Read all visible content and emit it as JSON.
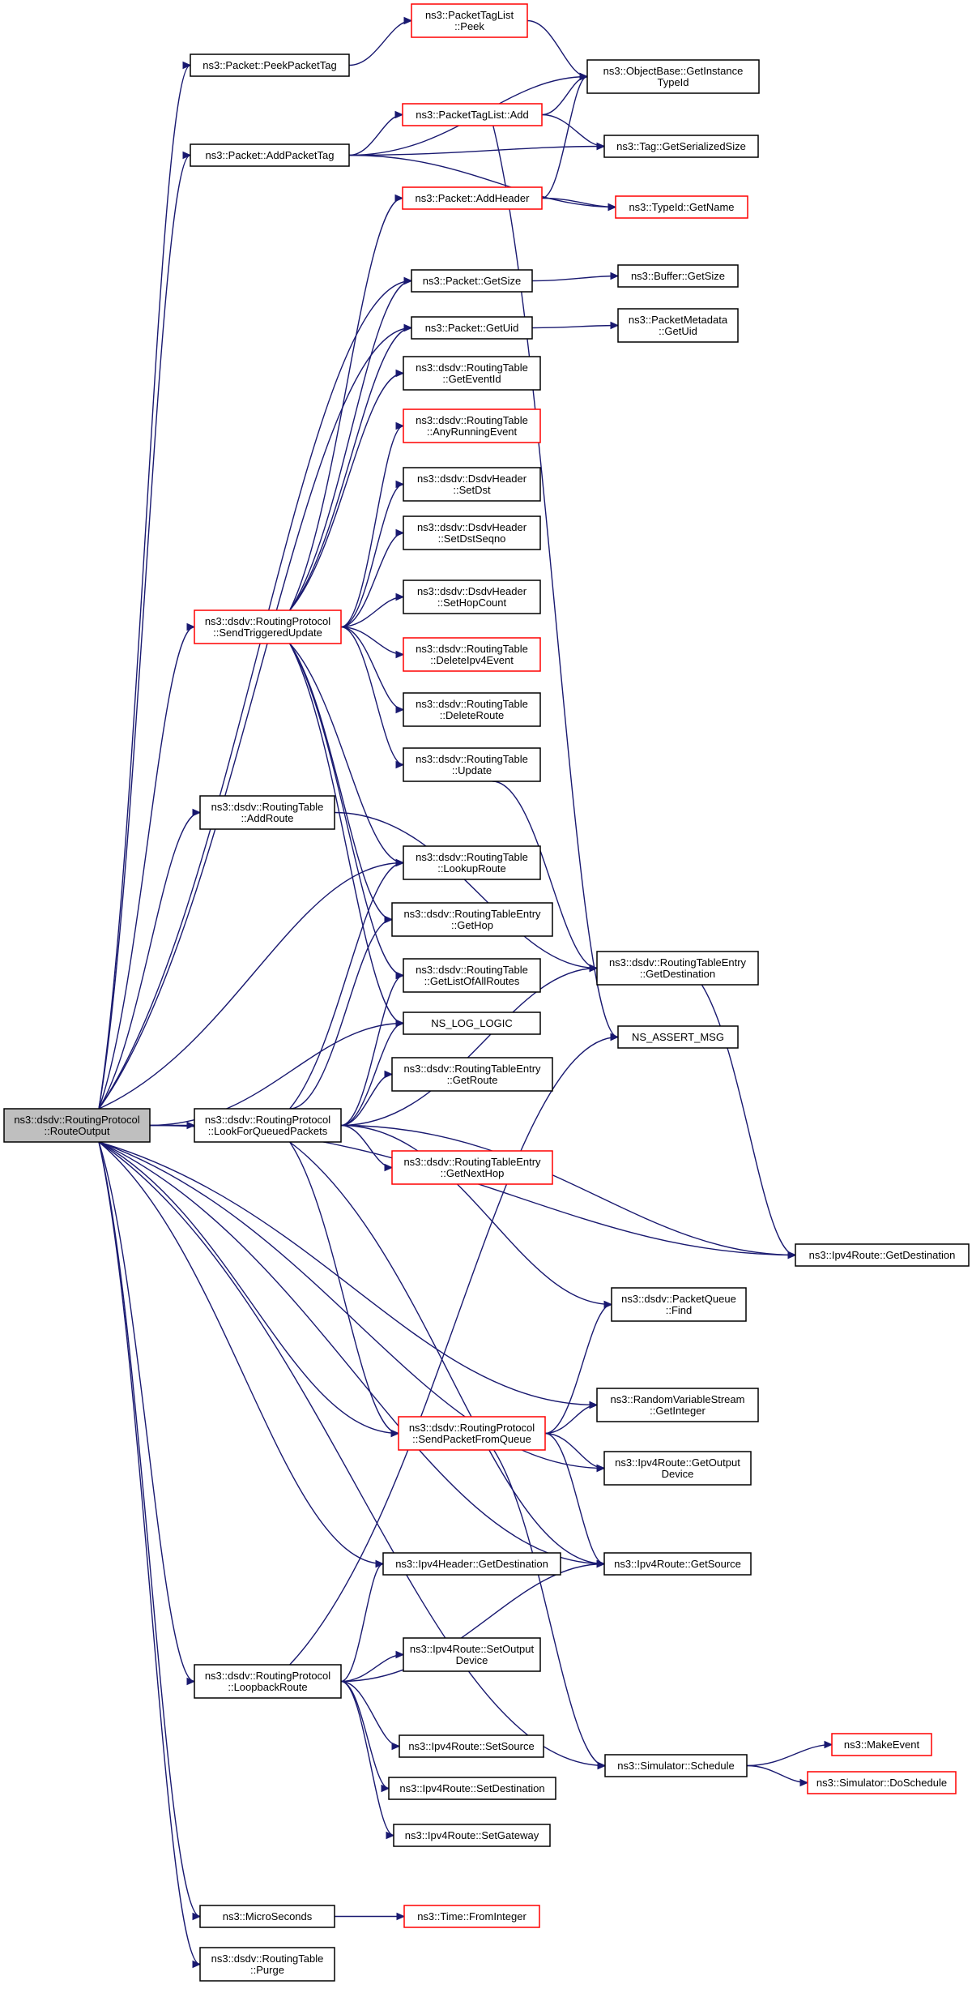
{
  "colors": {
    "edge": "#191970",
    "highlight_border": "#ff0000",
    "normal_border": "#000000",
    "root_fill": "#bfbfbf"
  },
  "nodes": [
    {
      "id": "root",
      "lines": [
        "ns3::dsdv::RoutingProtocol",
        "::RouteOutput"
      ],
      "style": "root"
    },
    {
      "id": "peekPacketTag",
      "lines": [
        "ns3::Packet::PeekPacketTag"
      ],
      "style": "plain"
    },
    {
      "id": "tagListPeek",
      "lines": [
        "ns3::PacketTagList",
        "::Peek"
      ],
      "style": "red"
    },
    {
      "id": "objectBaseTypeId",
      "lines": [
        "ns3::ObjectBase::GetInstance",
        "TypeId"
      ],
      "style": "plain"
    },
    {
      "id": "addPacketTag",
      "lines": [
        "ns3::Packet::AddPacketTag"
      ],
      "style": "plain"
    },
    {
      "id": "tagListAdd",
      "lines": [
        "ns3::PacketTagList::Add"
      ],
      "style": "red"
    },
    {
      "id": "tagSerializedSize",
      "lines": [
        "ns3::Tag::GetSerializedSize"
      ],
      "style": "plain"
    },
    {
      "id": "addHeader",
      "lines": [
        "ns3::Packet::AddHeader"
      ],
      "style": "red"
    },
    {
      "id": "typeIdGetName",
      "lines": [
        "ns3::TypeId::GetName"
      ],
      "style": "red"
    },
    {
      "id": "packetGetSize",
      "lines": [
        "ns3::Packet::GetSize"
      ],
      "style": "plain"
    },
    {
      "id": "bufferGetSize",
      "lines": [
        "ns3::Buffer::GetSize"
      ],
      "style": "plain"
    },
    {
      "id": "packetGetUid",
      "lines": [
        "ns3::Packet::GetUid"
      ],
      "style": "plain"
    },
    {
      "id": "metadataGetUid",
      "lines": [
        "ns3::PacketMetadata",
        "::GetUid"
      ],
      "style": "plain"
    },
    {
      "id": "getEventId",
      "lines": [
        "ns3::dsdv::RoutingTable",
        "::GetEventId"
      ],
      "style": "plain"
    },
    {
      "id": "anyRunningEvent",
      "lines": [
        "ns3::dsdv::RoutingTable",
        "::AnyRunningEvent"
      ],
      "style": "red"
    },
    {
      "id": "setDst",
      "lines": [
        "ns3::dsdv::DsdvHeader",
        "::SetDst"
      ],
      "style": "plain"
    },
    {
      "id": "setDstSeqno",
      "lines": [
        "ns3::dsdv::DsdvHeader",
        "::SetDstSeqno"
      ],
      "style": "plain"
    },
    {
      "id": "setHopCount",
      "lines": [
        "ns3::dsdv::DsdvHeader",
        "::SetHopCount"
      ],
      "style": "plain"
    },
    {
      "id": "sendTriggeredUpdate",
      "lines": [
        "ns3::dsdv::RoutingProtocol",
        "::SendTriggeredUpdate"
      ],
      "style": "red"
    },
    {
      "id": "deleteIpv4Event",
      "lines": [
        "ns3::dsdv::RoutingTable",
        "::DeleteIpv4Event"
      ],
      "style": "red"
    },
    {
      "id": "deleteRoute",
      "lines": [
        "ns3::dsdv::RoutingTable",
        "::DeleteRoute"
      ],
      "style": "plain"
    },
    {
      "id": "tableUpdate",
      "lines": [
        "ns3::dsdv::RoutingTable",
        "::Update"
      ],
      "style": "plain"
    },
    {
      "id": "addRoute",
      "lines": [
        "ns3::dsdv::RoutingTable",
        "::AddRoute"
      ],
      "style": "plain"
    },
    {
      "id": "lookupRoute",
      "lines": [
        "ns3::dsdv::RoutingTable",
        "::LookupRoute"
      ],
      "style": "plain"
    },
    {
      "id": "entryGetHop",
      "lines": [
        "ns3::dsdv::RoutingTableEntry",
        "::GetHop"
      ],
      "style": "plain"
    },
    {
      "id": "entryGetDestination",
      "lines": [
        "ns3::dsdv::RoutingTableEntry",
        "::GetDestination"
      ],
      "style": "plain"
    },
    {
      "id": "getListOfAllRoutes",
      "lines": [
        "ns3::dsdv::RoutingTable",
        "::GetListOfAllRoutes"
      ],
      "style": "plain"
    },
    {
      "id": "nsLogLogic",
      "lines": [
        "NS_LOG_LOGIC"
      ],
      "style": "plain"
    },
    {
      "id": "nsAssertMsg",
      "lines": [
        "NS_ASSERT_MSG"
      ],
      "style": "plain"
    },
    {
      "id": "entryGetRoute",
      "lines": [
        "ns3::dsdv::RoutingTableEntry",
        "::GetRoute"
      ],
      "style": "plain"
    },
    {
      "id": "lookForQueuedPackets",
      "lines": [
        "ns3::dsdv::RoutingProtocol",
        "::LookForQueuedPackets"
      ],
      "style": "plain"
    },
    {
      "id": "entryGetNextHop",
      "lines": [
        "ns3::dsdv::RoutingTableEntry",
        "::GetNextHop"
      ],
      "style": "red"
    },
    {
      "id": "ipv4RouteGetDestination",
      "lines": [
        "ns3::Ipv4Route::GetDestination"
      ],
      "style": "plain"
    },
    {
      "id": "packetQueueFind",
      "lines": [
        "ns3::dsdv::PacketQueue",
        "::Find"
      ],
      "style": "plain"
    },
    {
      "id": "randomGetInteger",
      "lines": [
        "ns3::RandomVariableStream",
        "::GetInteger"
      ],
      "style": "plain"
    },
    {
      "id": "sendPacketFromQueue",
      "lines": [
        "ns3::dsdv::RoutingProtocol",
        "::SendPacketFromQueue"
      ],
      "style": "red"
    },
    {
      "id": "ipv4RouteGetOutputDevice",
      "lines": [
        "ns3::Ipv4Route::GetOutput",
        "Device"
      ],
      "style": "plain"
    },
    {
      "id": "ipv4HeaderGetDestination",
      "lines": [
        "ns3::Ipv4Header::GetDestination"
      ],
      "style": "plain"
    },
    {
      "id": "ipv4RouteGetSource",
      "lines": [
        "ns3::Ipv4Route::GetSource"
      ],
      "style": "plain"
    },
    {
      "id": "setOutputDevice",
      "lines": [
        "ns3::Ipv4Route::SetOutput",
        "Device"
      ],
      "style": "plain"
    },
    {
      "id": "loopbackRoute",
      "lines": [
        "ns3::dsdv::RoutingProtocol",
        "::LoopbackRoute"
      ],
      "style": "plain"
    },
    {
      "id": "setSource",
      "lines": [
        "ns3::Ipv4Route::SetSource"
      ],
      "style": "plain"
    },
    {
      "id": "simulatorSchedule",
      "lines": [
        "ns3::Simulator::Schedule"
      ],
      "style": "plain"
    },
    {
      "id": "makeEvent",
      "lines": [
        "ns3::MakeEvent"
      ],
      "style": "red"
    },
    {
      "id": "doSchedule",
      "lines": [
        "ns3::Simulator::DoSchedule"
      ],
      "style": "red"
    },
    {
      "id": "setDestination",
      "lines": [
        "ns3::Ipv4Route::SetDestination"
      ],
      "style": "plain"
    },
    {
      "id": "setGateway",
      "lines": [
        "ns3::Ipv4Route::SetGateway"
      ],
      "style": "plain"
    },
    {
      "id": "microSeconds",
      "lines": [
        "ns3::MicroSeconds"
      ],
      "style": "plain"
    },
    {
      "id": "timeFromInteger",
      "lines": [
        "ns3::Time::FromInteger"
      ],
      "style": "red"
    },
    {
      "id": "tablePurge",
      "lines": [
        "ns3::dsdv::RoutingTable",
        "::Purge"
      ],
      "style": "plain"
    }
  ],
  "edges": [
    [
      "root",
      "peekPacketTag"
    ],
    [
      "root",
      "addPacketTag"
    ],
    [
      "root",
      "packetGetSize"
    ],
    [
      "root",
      "packetGetUid"
    ],
    [
      "root",
      "sendTriggeredUpdate"
    ],
    [
      "root",
      "addRoute"
    ],
    [
      "root",
      "lookupRoute"
    ],
    [
      "root",
      "nsLogLogic"
    ],
    [
      "root",
      "lookForQueuedPackets"
    ],
    [
      "root",
      "ipv4RouteGetDestination"
    ],
    [
      "root",
      "randomGetInteger"
    ],
    [
      "root",
      "sendPacketFromQueue"
    ],
    [
      "root",
      "ipv4RouteGetOutputDevice"
    ],
    [
      "root",
      "ipv4HeaderGetDestination"
    ],
    [
      "root",
      "ipv4RouteGetSource"
    ],
    [
      "root",
      "loopbackRoute"
    ],
    [
      "root",
      "simulatorSchedule"
    ],
    [
      "root",
      "microSeconds"
    ],
    [
      "root",
      "tablePurge"
    ],
    [
      "peekPacketTag",
      "tagListPeek"
    ],
    [
      "tagListPeek",
      "objectBaseTypeId"
    ],
    [
      "addPacketTag",
      "objectBaseTypeId"
    ],
    [
      "addPacketTag",
      "tagListAdd"
    ],
    [
      "addPacketTag",
      "tagSerializedSize"
    ],
    [
      "addPacketTag",
      "typeIdGetName"
    ],
    [
      "tagListAdd",
      "objectBaseTypeId"
    ],
    [
      "tagListAdd",
      "tagSerializedSize"
    ],
    [
      "tagListAdd",
      "nsAssertMsg"
    ],
    [
      "addHeader",
      "objectBaseTypeId"
    ],
    [
      "addHeader",
      "typeIdGetName"
    ],
    [
      "packetGetSize",
      "bufferGetSize"
    ],
    [
      "packetGetUid",
      "metadataGetUid"
    ],
    [
      "sendTriggeredUpdate",
      "addHeader"
    ],
    [
      "sendTriggeredUpdate",
      "packetGetSize"
    ],
    [
      "sendTriggeredUpdate",
      "packetGetUid"
    ],
    [
      "sendTriggeredUpdate",
      "getEventId"
    ],
    [
      "sendTriggeredUpdate",
      "anyRunningEvent"
    ],
    [
      "sendTriggeredUpdate",
      "setDst"
    ],
    [
      "sendTriggeredUpdate",
      "setDstSeqno"
    ],
    [
      "sendTriggeredUpdate",
      "setHopCount"
    ],
    [
      "sendTriggeredUpdate",
      "deleteIpv4Event"
    ],
    [
      "sendTriggeredUpdate",
      "deleteRoute"
    ],
    [
      "sendTriggeredUpdate",
      "tableUpdate"
    ],
    [
      "sendTriggeredUpdate",
      "lookupRoute"
    ],
    [
      "sendTriggeredUpdate",
      "entryGetHop"
    ],
    [
      "sendTriggeredUpdate",
      "getListOfAllRoutes"
    ],
    [
      "sendTriggeredUpdate",
      "nsLogLogic"
    ],
    [
      "tableUpdate",
      "entryGetDestination"
    ],
    [
      "addRoute",
      "entryGetDestination"
    ],
    [
      "entryGetDestination",
      "ipv4RouteGetDestination"
    ],
    [
      "lookForQueuedPackets",
      "lookupRoute"
    ],
    [
      "lookForQueuedPackets",
      "entryGetHop"
    ],
    [
      "lookForQueuedPackets",
      "getListOfAllRoutes"
    ],
    [
      "lookForQueuedPackets",
      "nsLogLogic"
    ],
    [
      "lookForQueuedPackets",
      "entryGetRoute"
    ],
    [
      "lookForQueuedPackets",
      "entryGetDestination"
    ],
    [
      "lookForQueuedPackets",
      "entryGetNextHop"
    ],
    [
      "lookForQueuedPackets",
      "ipv4RouteGetDestination"
    ],
    [
      "lookForQueuedPackets",
      "packetQueueFind"
    ],
    [
      "lookForQueuedPackets",
      "sendPacketFromQueue"
    ],
    [
      "lookForQueuedPackets",
      "ipv4RouteGetSource"
    ],
    [
      "sendPacketFromQueue",
      "packetQueueFind"
    ],
    [
      "sendPacketFromQueue",
      "randomGetInteger"
    ],
    [
      "sendPacketFromQueue",
      "ipv4RouteGetOutputDevice"
    ],
    [
      "sendPacketFromQueue",
      "ipv4RouteGetSource"
    ],
    [
      "sendPacketFromQueue",
      "simulatorSchedule"
    ],
    [
      "loopbackRoute",
      "nsAssertMsg"
    ],
    [
      "loopbackRoute",
      "ipv4HeaderGetDestination"
    ],
    [
      "loopbackRoute",
      "setOutputDevice"
    ],
    [
      "loopbackRoute",
      "ipv4RouteGetSource"
    ],
    [
      "loopbackRoute",
      "setSource"
    ],
    [
      "loopbackRoute",
      "setDestination"
    ],
    [
      "loopbackRoute",
      "setGateway"
    ],
    [
      "simulatorSchedule",
      "makeEvent"
    ],
    [
      "simulatorSchedule",
      "doSchedule"
    ],
    [
      "microSeconds",
      "timeFromInteger"
    ]
  ]
}
